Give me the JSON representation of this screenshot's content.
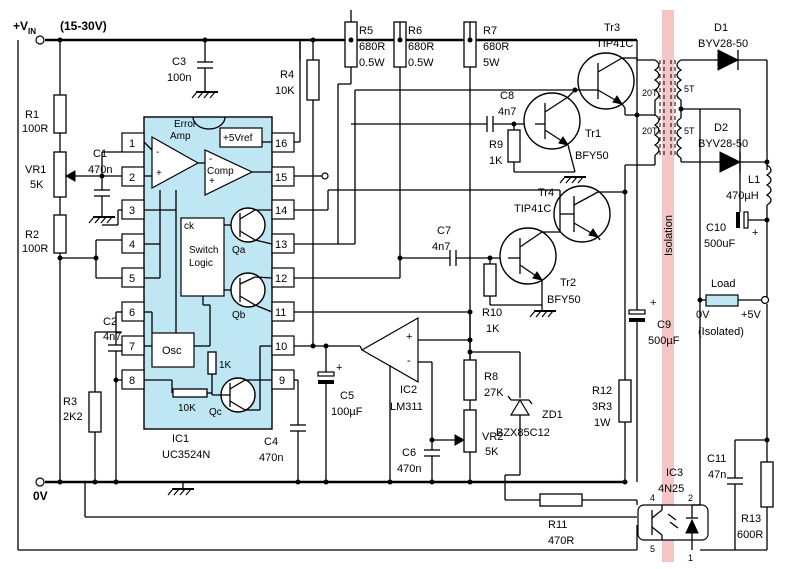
{
  "colors": {
    "ic_fill": "#bfe6f3",
    "isolation_band": "#f6c6c6",
    "load_fill": "#bfe6f3",
    "wire": "#000000"
  },
  "rails": {
    "vin_label": "+V",
    "vin_sub": "IN",
    "vin_range": "(15-30V)",
    "gnd_label": "0V"
  },
  "ic1": {
    "name": "IC1",
    "part": "UC3524N",
    "pins": [
      "1",
      "2",
      "3",
      "4",
      "5",
      "6",
      "7",
      "8",
      "9",
      "10",
      "11",
      "12",
      "13",
      "14",
      "15",
      "16"
    ],
    "error_amp_line1": "Error",
    "error_amp_line2": "Amp",
    "comp": "Comp",
    "vref": "+5Vref",
    "switch_logic_line1": "Switch",
    "switch_logic_line2": "Logic",
    "ck": "ck",
    "osc": "Osc",
    "qa": "Qa",
    "qb": "Qb",
    "qc": "Qc",
    "r_1k": "1K",
    "r_10k": "10K"
  },
  "components": {
    "r1": {
      "name": "R1",
      "value": "100R"
    },
    "vr1": {
      "name": "VR1",
      "value": "5K"
    },
    "r2": {
      "name": "R2",
      "value": "100R"
    },
    "r3": {
      "name": "R3",
      "value": "2K2"
    },
    "c1": {
      "name": "C1",
      "value": "470n"
    },
    "c2": {
      "name": "C2",
      "value": "4n7"
    },
    "c3": {
      "name": "C3",
      "value": "100n"
    },
    "r4": {
      "name": "R4",
      "value": "10K"
    },
    "c4": {
      "name": "C4",
      "value": "470n"
    },
    "c5": {
      "name": "C5",
      "value": "100µF"
    },
    "r5": {
      "name": "R5",
      "value": "680R",
      "rating": "0.5W"
    },
    "r6": {
      "name": "R6",
      "value": "680R",
      "rating": "0.5W"
    },
    "r7": {
      "name": "R7",
      "value": "680R",
      "rating": "5W"
    },
    "c8": {
      "name": "C8",
      "value": "4n7"
    },
    "r9": {
      "name": "R9",
      "value": "1K"
    },
    "tr1": {
      "name": "Tr1",
      "part": "BFY50"
    },
    "tr3": {
      "name": "Tr3",
      "part": "TIP41C"
    },
    "tr4": {
      "name": "Tr4",
      "part": "TIP41C"
    },
    "c7": {
      "name": "C7",
      "value": "4n7"
    },
    "tr2": {
      "name": "Tr2",
      "part": "BFY50"
    },
    "r10": {
      "name": "R10",
      "value": "1K"
    },
    "ic2": {
      "name": "IC2",
      "part": "LM311"
    },
    "r8": {
      "name": "R8",
      "value": "27K"
    },
    "vr2": {
      "name": "VR2",
      "value": "5K"
    },
    "c6": {
      "name": "C6",
      "value": "470n"
    },
    "zd1": {
      "name": "ZD1",
      "part": "BZX85C12"
    },
    "c9": {
      "name": "C9",
      "value": "500µF"
    },
    "r12": {
      "name": "R12",
      "value": "3R3",
      "rating": "1W"
    },
    "d1": {
      "name": "D1",
      "part": "BYV28-50"
    },
    "d2": {
      "name": "D2",
      "part": "BYV28-50"
    },
    "l1": {
      "name": "L1",
      "value": "470µH"
    },
    "c10": {
      "name": "C10",
      "value": "500uF"
    },
    "c11": {
      "name": "C11",
      "value": "47n"
    },
    "r13": {
      "name": "R13",
      "value": "600R"
    },
    "r11": {
      "name": "R11",
      "value": "470R"
    },
    "ic3": {
      "name": "IC3",
      "part": "4N25"
    }
  },
  "transformer": {
    "primary_top": "20T",
    "primary_bottom": "20T",
    "secondary_top": "5T",
    "secondary_bottom": "5T"
  },
  "isolation_label": "Isolation",
  "load": {
    "title": "Load",
    "neg": "0V",
    "pos": "+5V",
    "note": "(Isolated)"
  },
  "polarity": {
    "plus": "+",
    "minus": "-"
  },
  "ic3_pins": {
    "p1": "1",
    "p2": "2",
    "p4": "4",
    "p5": "5"
  }
}
